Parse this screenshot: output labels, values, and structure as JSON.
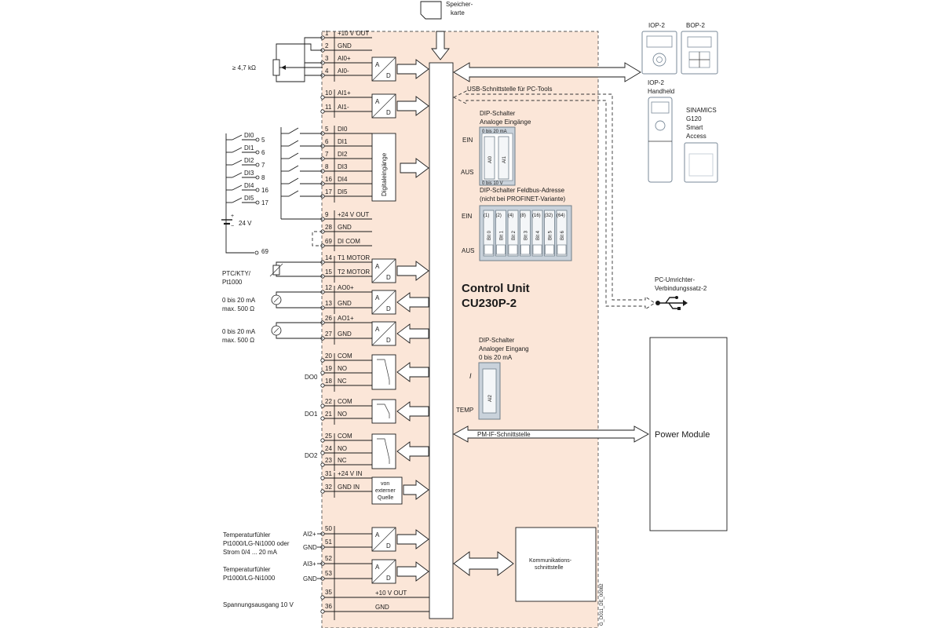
{
  "speicherkarte": [
    "Speicher-",
    "karte"
  ],
  "control_unit": {
    "title1": "Control Unit",
    "title2": "CU230P-2"
  },
  "terminals": [
    {
      "num": "1",
      "label": "+10 V OUT"
    },
    {
      "num": "2",
      "label": "GND"
    },
    {
      "num": "3",
      "label": "AI0+"
    },
    {
      "num": "4",
      "label": "AI0-"
    },
    {
      "num": "10",
      "label": "AI1+"
    },
    {
      "num": "11",
      "label": "AI1-"
    },
    {
      "num": "5",
      "label": "DI0"
    },
    {
      "num": "6",
      "label": "DI1"
    },
    {
      "num": "7",
      "label": "DI2"
    },
    {
      "num": "8",
      "label": "DI3"
    },
    {
      "num": "16",
      "label": "DI4"
    },
    {
      "num": "17",
      "label": "DI5"
    },
    {
      "num": "9",
      "label": "+24 V OUT"
    },
    {
      "num": "28",
      "label": "GND"
    },
    {
      "num": "69",
      "label": "DI COM"
    },
    {
      "num": "14",
      "label": "T1 MOTOR"
    },
    {
      "num": "15",
      "label": "T2 MOTOR"
    },
    {
      "num": "12",
      "label": "AO0+"
    },
    {
      "num": "13",
      "label": "GND"
    },
    {
      "num": "26",
      "label": "AO1+"
    },
    {
      "num": "27",
      "label": "GND"
    },
    {
      "num": "20",
      "label": "COM"
    },
    {
      "num": "19",
      "label": "NO"
    },
    {
      "num": "18",
      "label": "NC"
    },
    {
      "num": "22",
      "label": "COM"
    },
    {
      "num": "21",
      "label": "NO"
    },
    {
      "num": "25",
      "label": "COM"
    },
    {
      "num": "24",
      "label": "NO"
    },
    {
      "num": "23",
      "label": "NC"
    },
    {
      "num": "31",
      "label": "+24 V IN"
    },
    {
      "num": "32",
      "label": "GND IN"
    }
  ],
  "bottom_terminals": [
    {
      "num": "50",
      "label": "",
      "outer": "AI2+"
    },
    {
      "num": "51",
      "label": "",
      "outer": "GND"
    },
    {
      "num": "52",
      "label": "",
      "outer": "AI3+"
    },
    {
      "num": "53",
      "label": "",
      "outer": "GND"
    },
    {
      "num": "35",
      "label": "+10 V OUT",
      "outer": ""
    },
    {
      "num": "36",
      "label": "GND",
      "outer": ""
    }
  ],
  "left_labels": {
    "pot": "≥ 4,7 kΩ",
    "di_outer": [
      "DI0",
      "DI1",
      "DI2",
      "DI3",
      "DI4",
      "DI5"
    ],
    "di_outer_nums": [
      "5",
      "6",
      "7",
      "8",
      "16",
      "17"
    ],
    "plus": "+",
    "minus": "−",
    "v24": "24 V",
    "n69": "69",
    "ptc": [
      "PTC/KTY/",
      "Pt1000"
    ],
    "ao0": [
      "0 bis 20 mA",
      "max. 500 Ω"
    ],
    "ao1": [
      "0 bis 20 mA",
      "max. 500 Ω"
    ],
    "do0": "DO0",
    "do1": "DO1",
    "do2": "DO2",
    "temp1": [
      "Temperaturfühler",
      "Pt1000/LG-Ni1000 oder",
      "Strom 0/4 ... 20 mA"
    ],
    "temp2": [
      "Temperaturfühler",
      "Pt1000/LG-Ni1000"
    ],
    "spannung": "Spannungsausgang 10 V"
  },
  "ad": {
    "a": "A",
    "d": "D"
  },
  "digitaleingaenge": "Digitaleingänge",
  "von_externer": [
    "von",
    "externer",
    "Quelle"
  ],
  "usb": "USB-Schnittstelle für PC-Tools",
  "dip_analog": {
    "title": [
      "DIP-Schalter",
      "Analoge Eingänge"
    ],
    "top": "0 bis 20 mA",
    "bottom": "0 bis 10 V",
    "ein": "EIN",
    "aus": "AUS",
    "switches": [
      "AI0",
      "AI1"
    ]
  },
  "dip_feldbus": {
    "title": [
      "DIP-Schalter Feldbus-Adresse",
      "(nicht bei PROFINET-Variante)"
    ],
    "ein": "EIN",
    "aus": "AUS",
    "values": [
      "(1)",
      "(2)",
      "(4)",
      "(8)",
      "(16)",
      "(32)",
      "(64)"
    ],
    "bits": [
      "Bit 0",
      "Bit 1",
      "Bit 2",
      "Bit 3",
      "Bit 4",
      "Bit 5",
      "Bit 6"
    ]
  },
  "dip_ai2": {
    "title": [
      "DIP-Schalter",
      "Analoger Eingang",
      "0 bis 20 mA"
    ],
    "i": "I",
    "temp": "TEMP",
    "switch": "AI2"
  },
  "pm_if": "PM-IF-Schnittstelle",
  "power_module": "Power Module",
  "komm": [
    "Kommunikations-",
    "schnittstelle"
  ],
  "devices": {
    "iop2": "IOP-2",
    "bop2": "BOP-2",
    "iop2_hand": [
      "IOP-2",
      "Handheld"
    ],
    "sinamics": [
      "SINAMICS",
      "G120",
      "Smart",
      "Access"
    ],
    "pc_umrichter": [
      "PC-Umrichter-",
      "Verbindungssatz-2"
    ]
  },
  "side_code": "G_D011_DE_00082",
  "colors": {
    "cu_fill": "#fbe6d8",
    "dip_fill": "#c9d2db",
    "device_stroke": "#7a8a99"
  }
}
